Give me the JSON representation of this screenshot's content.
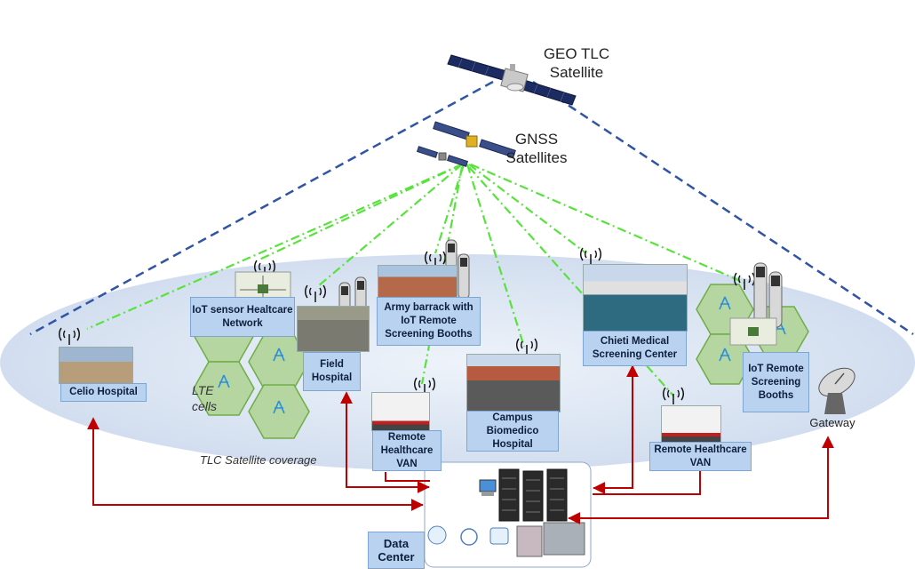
{
  "satellites": {
    "geo_label": "GEO TLC Satellite",
    "gnss_label": "GNSS Satellites"
  },
  "nodes": {
    "celio": "Celio Hospital",
    "iot_sensor": "IoT sensor Healtcare Network",
    "field_hospital": "Field Hospital",
    "army": "Army barrack with IoT Remote Screening Booths",
    "chieti": "Chieti Medical Screening Center",
    "iot_booths": "IoT Remote Screening Booths",
    "campus": "Campus Biomedico Hospital",
    "van_left": "Remote Healthcare VAN",
    "van_right": "Remote Healthcare VAN",
    "gateway": "Gateway",
    "data_center": "Data Center"
  },
  "annotations": {
    "lte": "LTE cells",
    "coverage": "TLC Satellite coverage"
  },
  "colors": {
    "coverage": "#d6e3f2",
    "box": "#b8d2ef",
    "hex": "#b5d6a0",
    "gnss_link": "#58e33c",
    "geo_link": "#2f55a4",
    "data_link": "#c00000"
  }
}
